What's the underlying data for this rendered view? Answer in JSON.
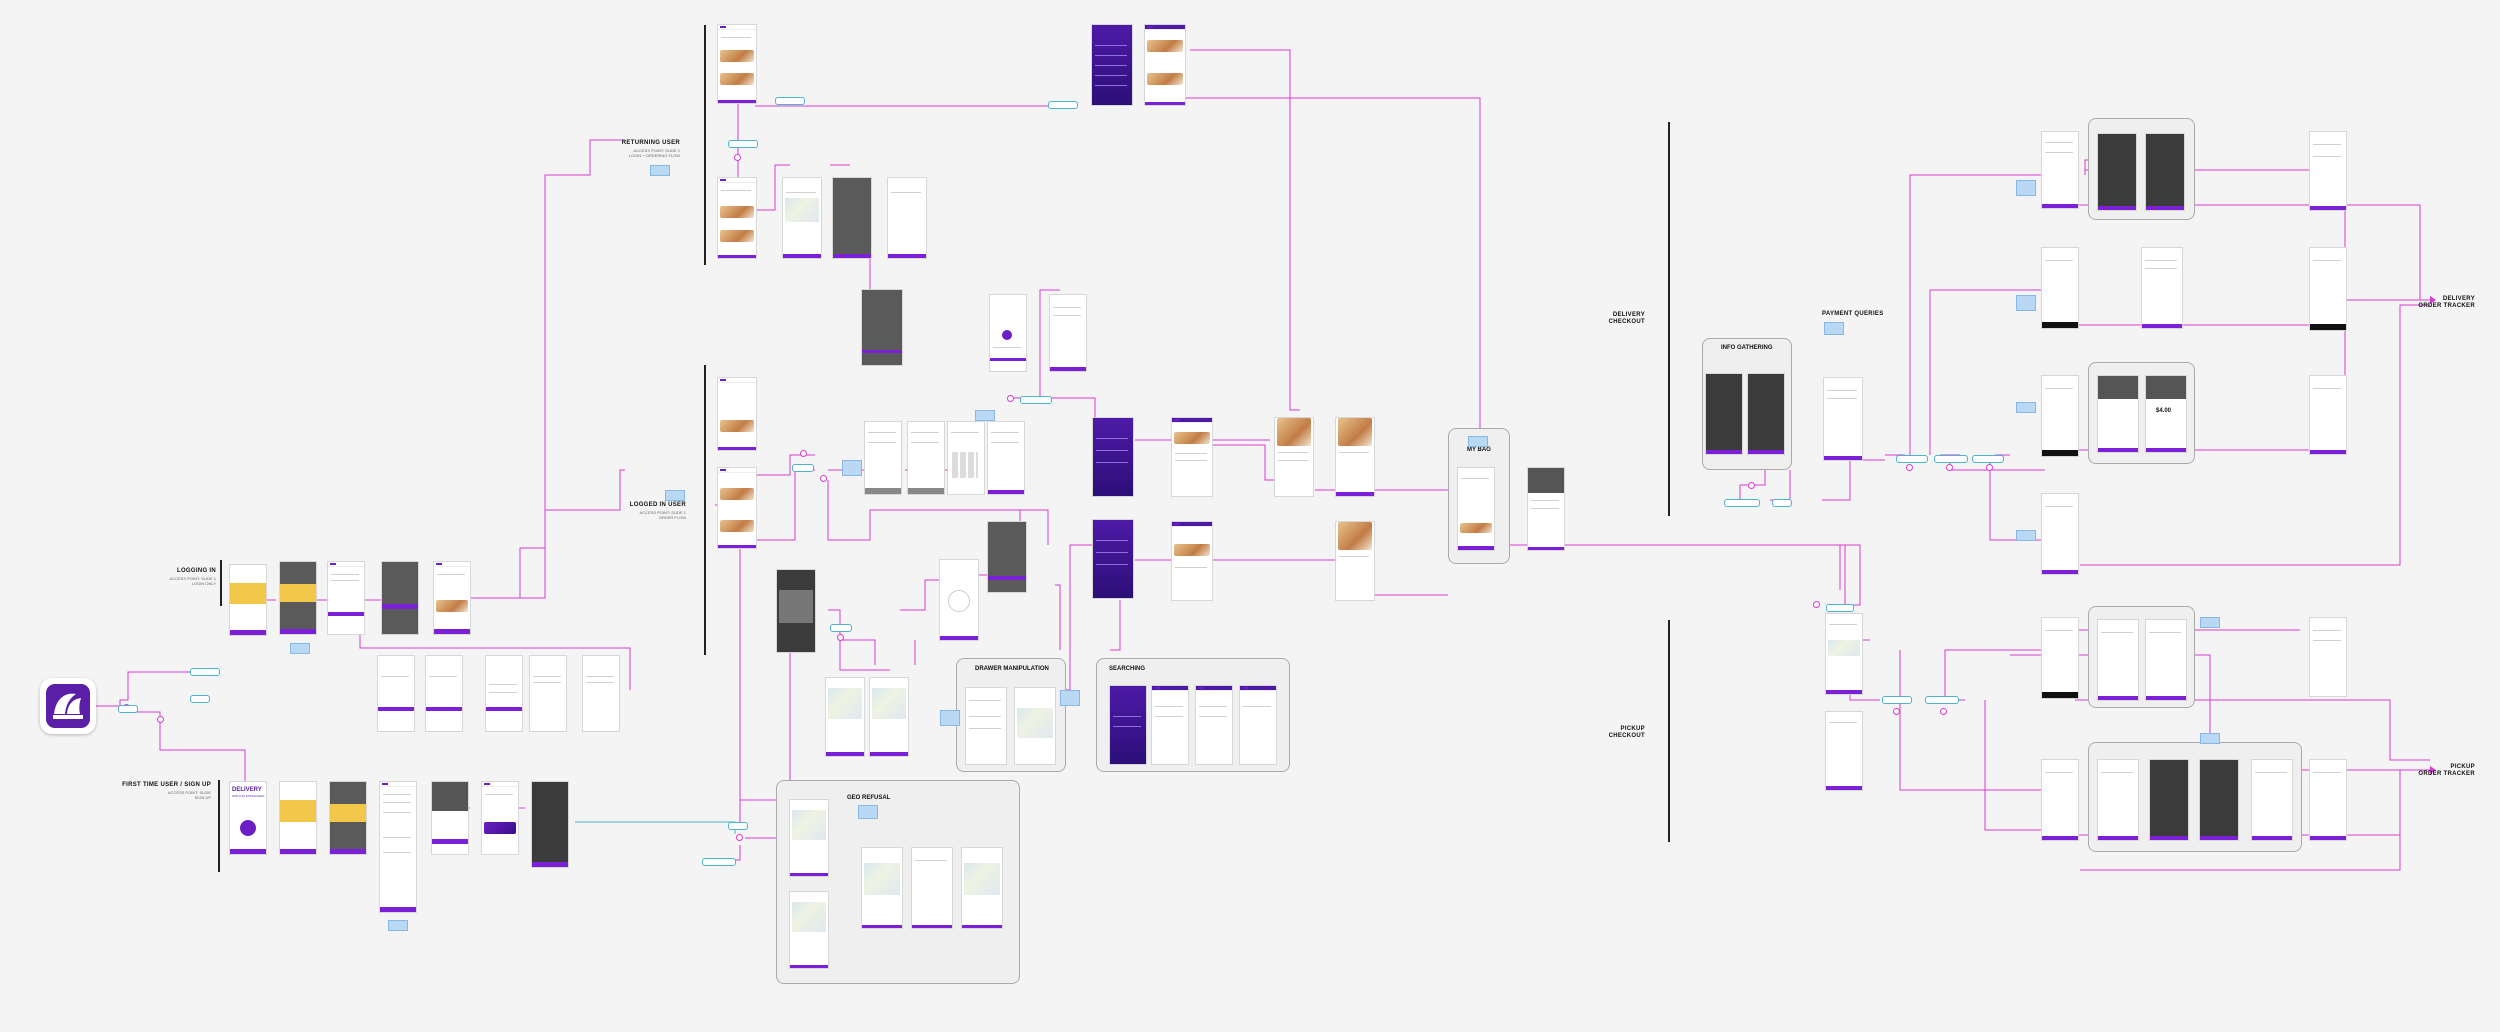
{
  "flows": {
    "logging_in": {
      "title": "LOGGING IN",
      "sub": [
        "ACCESS POINT: SLIDE 1",
        "LOGIN ONLY"
      ]
    },
    "first_time": {
      "title": "FIRST TIME USER / SIGN UP",
      "sub": [
        "ACCESS POINT: SLIDE",
        "SIGN UP"
      ]
    },
    "returning": {
      "title": "RETURNING USER",
      "sub": [
        "ACCESS POINT: SLIDE 1",
        "LOGIN + ORDERING FLOW"
      ]
    },
    "logged_in": {
      "title": "LOGGED IN USER",
      "sub": [
        "ACCESS POINT: SLIDE 1",
        "ORDER FLOW"
      ]
    },
    "delivery_checkout": {
      "title1": "DELIVERY",
      "title2": "CHECKOUT"
    },
    "pickup_checkout": {
      "title1": "PICKUP",
      "title2": "CHECKOUT"
    },
    "payment_queries": {
      "title": "PAYMENT QUERIES"
    },
    "delivery_tracker": {
      "title1": "DELIVERY",
      "title2": "ORDER TRACKER"
    },
    "pickup_tracker": {
      "title1": "PICKUP",
      "title2": "ORDER TRACKER"
    }
  },
  "groups": {
    "geo_refusal": "GEO REFUSAL",
    "drawer": "DRAWER MANIPULATION",
    "searching": "SEARCHING",
    "my_bag": "MY BAG",
    "info_gathering": "INFO GATHERING"
  },
  "screen_text": {
    "delivery_head": "DELIVERY",
    "delivery_sub": "WITH NO EXTRA FEES",
    "price": "$4.00"
  },
  "colors": {
    "wire": "#d83bd2",
    "pill": "#4fb3c9",
    "brand": "#7b20d6",
    "note": "#b9d8f3"
  },
  "icons": {
    "app": "taco-bell-bell-icon"
  }
}
